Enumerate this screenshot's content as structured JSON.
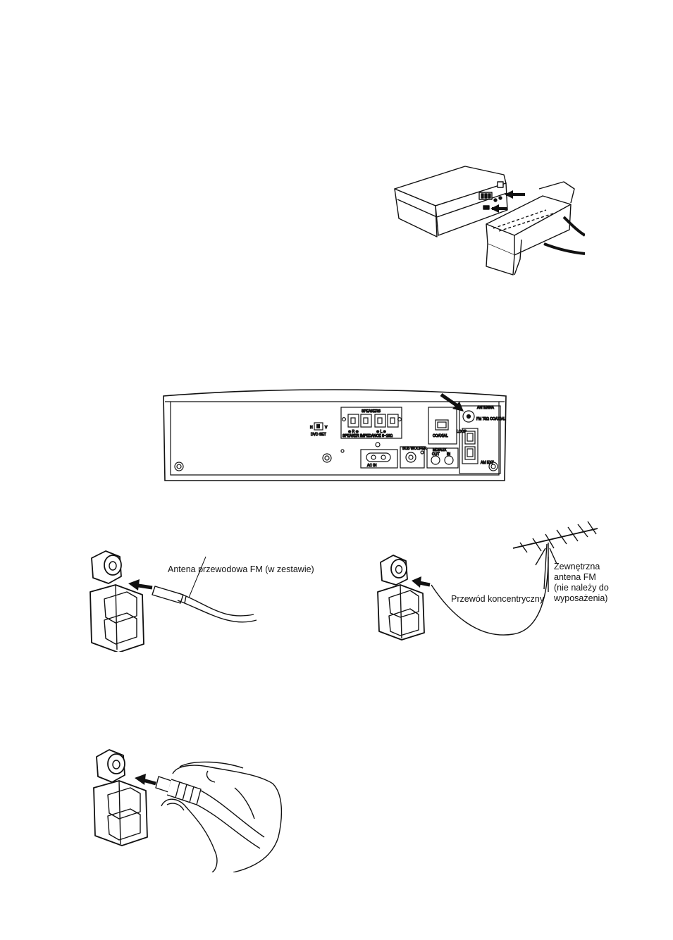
{
  "figures": {
    "wired_fm": {
      "label": "Antena przewodowa FM (w zestawie)"
    },
    "outdoor_fm": {
      "antenna_label": "Zewnętrzna\nantena FM\n(nie należy do\nwyposażenia)",
      "cable_label": "Przewód koncentryczny"
    },
    "rear_panel": {
      "speakers": "SPEAKERS",
      "impedance": "SPEAKER IMPEDANCE 6~16Ω",
      "ac_in": "AC IN",
      "antenna": "ANTENNA",
      "fm_coaxial": "FM 75Ω COAXIAL",
      "coaxial": "COAXIAL",
      "dvd_set": "DVD SET",
      "subwoofer": "SUB WOOFER",
      "md_aux": "MD/AUX",
      "out": "OUT",
      "in": "IN",
      "am_ext": "AM EXT",
      "loop": "LOOP"
    }
  }
}
